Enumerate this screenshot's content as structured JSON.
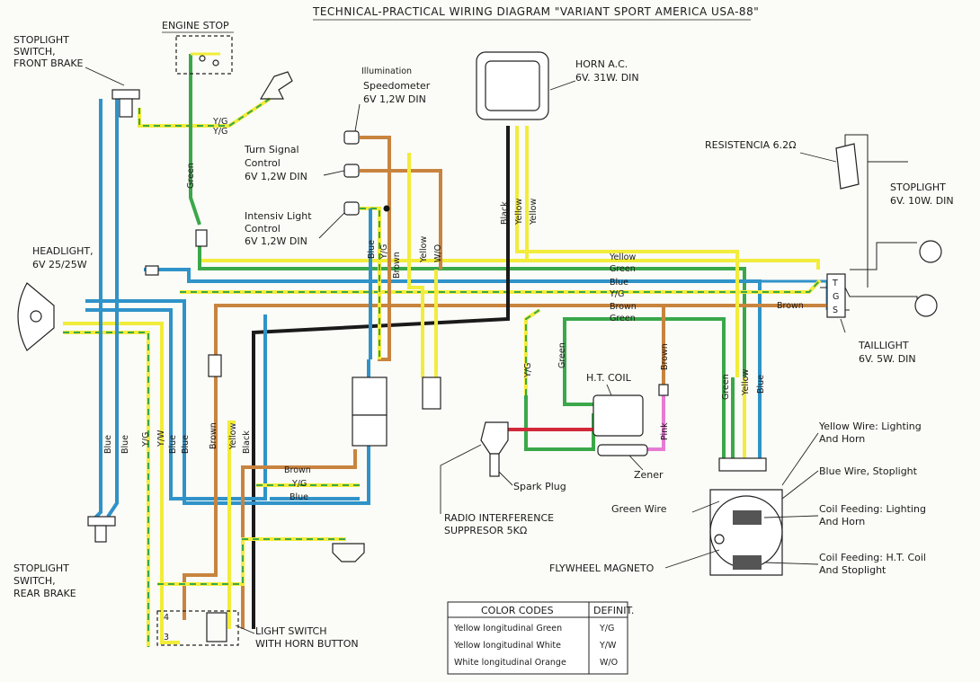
{
  "title": "TECHNICAL-PRACTICAL WIRING DIAGRAM \"VARIANT SPORT AMERICA USA-88\"",
  "labels": {
    "engine_stop": "ENGINE STOP",
    "stoplight_front": [
      "STOPLIGHT",
      "SWITCH,",
      "FRONT BRAKE"
    ],
    "illumination": [
      "Illumination",
      "Speedometer",
      "6V 1,2W DIN"
    ],
    "turn_signal": [
      "Turn Signal",
      "Control",
      "6V 1,2W DIN"
    ],
    "intensiv": [
      "Intensiv Light",
      "Control",
      "6V 1,2W DIN"
    ],
    "horn": [
      "HORN A.C.",
      "6V. 31W. DIN"
    ],
    "resistencia": "RESISTENCIA 6.2Ω",
    "stoplight_rear_lamp": [
      "STOPLIGHT",
      "6V. 10W. DIN"
    ],
    "headlight": [
      "HEADLIGHT,",
      "6V 25/25W"
    ],
    "taillight": [
      "TAILLIGHT",
      "6V. 5W. DIN"
    ],
    "ht_coil": "H.T. COIL",
    "zener": "Zener",
    "spark_plug": "Spark Plug",
    "radio": [
      "RADIO INTERFERENCE",
      "SUPPRESOR 5KΩ"
    ],
    "green_wire": "Green Wire",
    "flywheel": "FLYWHEEL MAGNETO",
    "yellow_wire": [
      "Yellow Wire: Lighting",
      "And Horn"
    ],
    "blue_wire": "Blue Wire, Stoplight",
    "coil_lighting": [
      "Coil Feeding: Lighting",
      "And Horn"
    ],
    "coil_ht": [
      "Coil Feeding: H.T. Coil",
      "And Stoplight"
    ],
    "stoplight_rear": [
      "STOPLIGHT",
      "SWITCH,",
      "REAR BRAKE"
    ],
    "light_switch": [
      "LIGHT SWITCH",
      "WITH HORN BUTTON"
    ],
    "tgs": [
      "T",
      "G",
      "S"
    ],
    "switch_nums": [
      "4",
      "3"
    ]
  },
  "wire_labels": {
    "yg": "Y/G",
    "yw": "Y/W",
    "green": "Green",
    "blue": "Blue",
    "brown": "Brown",
    "yellow": "Yellow",
    "black": "Black",
    "wo": "W/O",
    "pink": "Pink"
  },
  "colors": {
    "yellow": "#f2ec3a",
    "green": "#3aa84a",
    "blue": "#2f93c9",
    "brown": "#c8843f",
    "black": "#1a1a1a",
    "red": "#d2283a",
    "pink": "#e77bd3"
  },
  "legend": {
    "headers": [
      "COLOR CODES",
      "DEFINIT."
    ],
    "rows": [
      [
        "Yellow longitudinal Green",
        "Y/G"
      ],
      [
        "Yellow longitudinal White",
        "Y/W"
      ],
      [
        "White longitudinal Orange",
        "W/O"
      ]
    ]
  }
}
